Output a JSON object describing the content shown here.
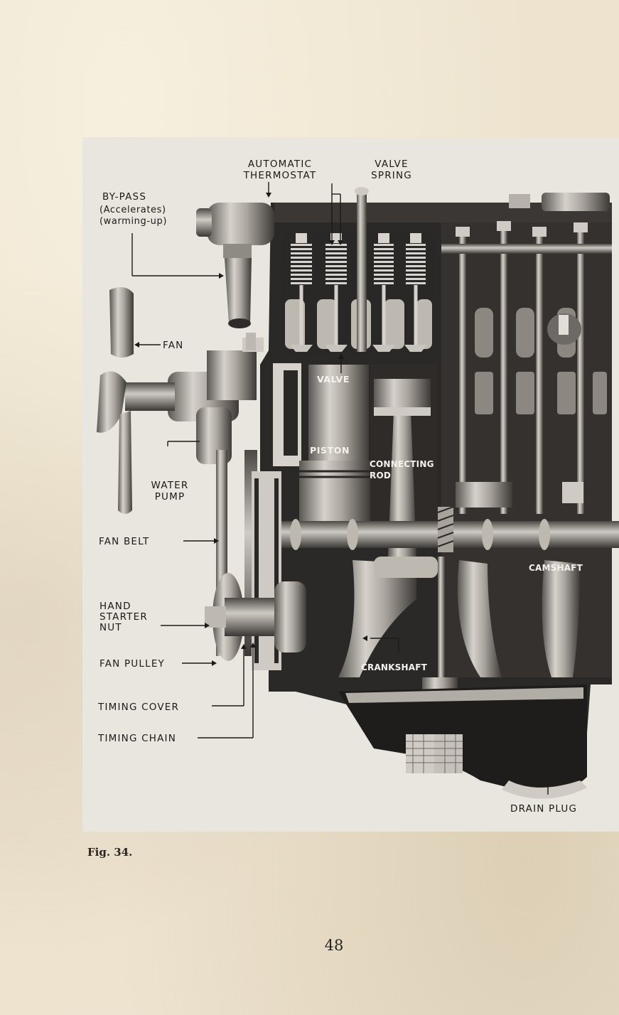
{
  "figure": {
    "labels": {
      "automatic_thermostat": "AUTOMATIC\nTHERMOSTAT",
      "valve_spring": "VALVE\nSPRING",
      "by_pass": "BY-PASS",
      "by_pass_note": "(Accelerates)\n(warming-up)",
      "fan": "FAN",
      "valve": "VALVE",
      "piston": "PISTON",
      "connecting_rod": "CONNECTING\nROD",
      "water_pump": "WATER\nPUMP",
      "fan_belt": "FAN BELT",
      "camshaft": "CAMSHAFT",
      "hand_starter_nut": "HAND\nSTARTER\nNUT",
      "fan_pulley": "FAN PULLEY",
      "crankshaft": "CRANKSHAFT",
      "timing_cover": "TIMING COVER",
      "timing_chain": "TIMING CHAIN",
      "drain_plug": "DRAIN PLUG"
    },
    "caption": "Fig. 34."
  },
  "page": {
    "number": "48"
  },
  "colors": {
    "paper": "#ede3cf",
    "plate": "#e9e6df",
    "ink": "#1c1a18"
  }
}
